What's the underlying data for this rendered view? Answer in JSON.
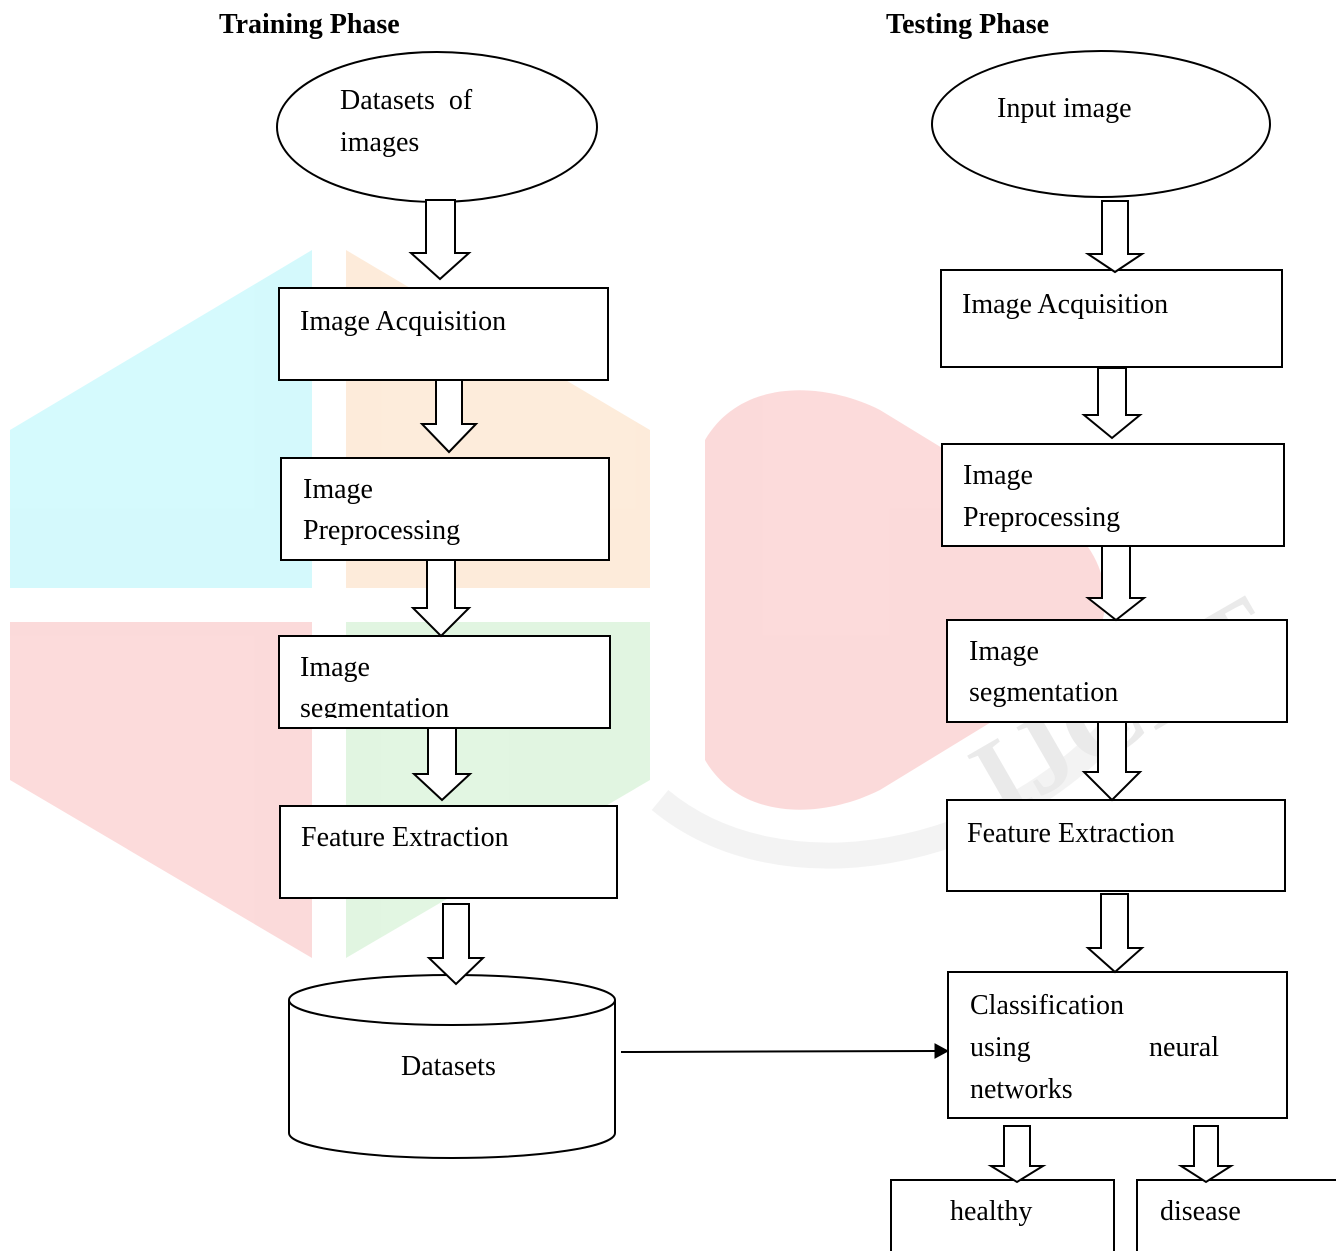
{
  "titles": {
    "training": "Training Phase",
    "testing": "Testing Phase"
  },
  "training": {
    "dataset_images": [
      "Datasets  of",
      "images"
    ],
    "acquisition": "Image Acquisition",
    "preprocessing": [
      "Image",
      "Preprocessing"
    ],
    "segmentation": [
      "Image",
      "segmentation"
    ],
    "feature_extraction": "Feature Extraction",
    "datasets_store": "Datasets"
  },
  "testing": {
    "input_image": "Input image",
    "acquisition": "Image Acquisition",
    "preprocessing": [
      "Image",
      "Preprocessing"
    ],
    "segmentation": [
      "Image",
      "segmentation"
    ],
    "feature_extraction": "Feature Extraction",
    "classification": [
      "Classification",
      "using",
      "neural",
      "networks"
    ],
    "outputs": {
      "healthy": "healthy",
      "diseased": "disease"
    }
  },
  "watermark": {
    "colors": {
      "cyan": "#2ee6f5",
      "orange": "#f7a04a",
      "red": "#ef4b4b",
      "green": "#6cd06c",
      "gray": "#c8c8c8"
    },
    "logo_text": "IJCRT"
  }
}
